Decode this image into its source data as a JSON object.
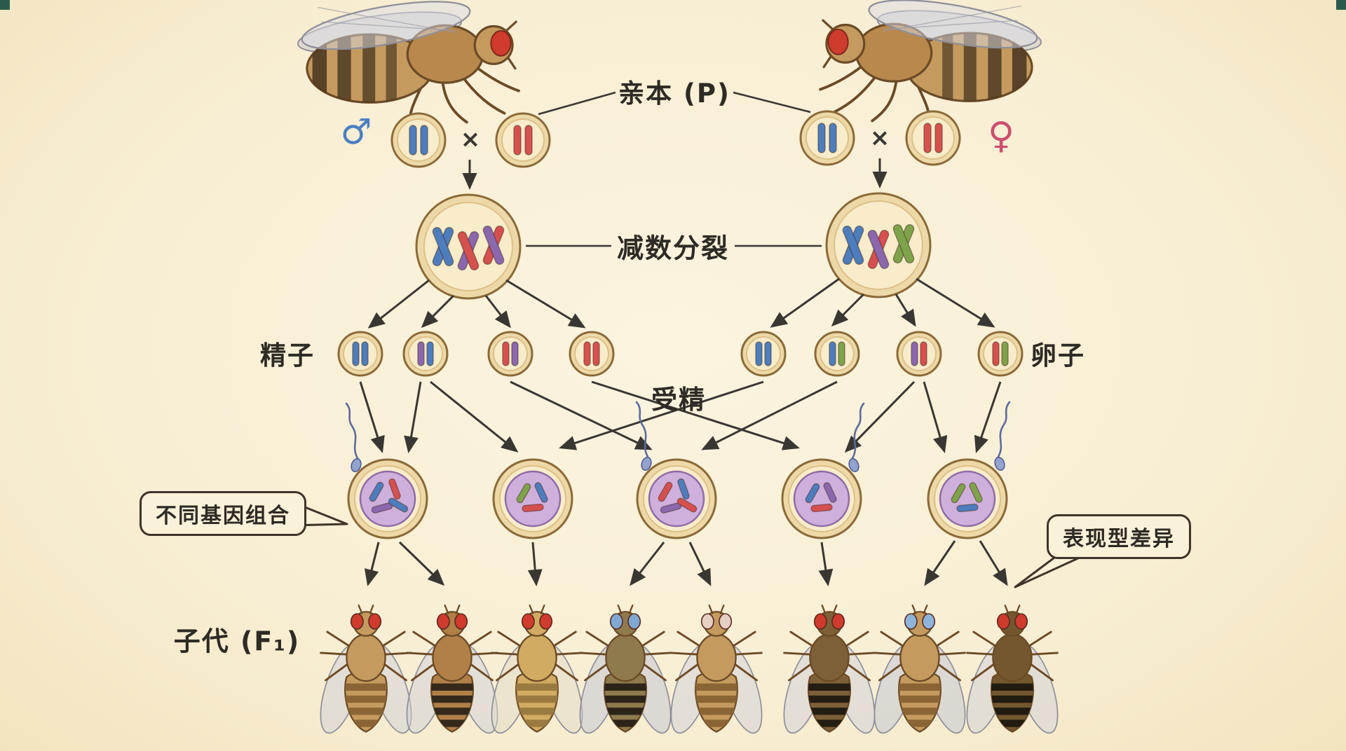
{
  "page": {
    "background": "#f8eed5",
    "corner_mark_color": "#2a5a4c"
  },
  "palette": {
    "chromosome_blue": "#4d7dbd",
    "chromosome_red": "#d65050",
    "chromosome_green": "#7fa34a",
    "chromosome_purple": "#8b67ae",
    "cell_fill": "#f8ecca",
    "cell_ring": "#8a6a38",
    "zygote_fill": "#cfafdc",
    "arrow": "#3a3632",
    "text": "#2e2a24",
    "male_symbol_color": "#4a7fc1",
    "female_symbol_color": "#cc4f6e"
  },
  "parents": {
    "label": "亲本 (P)",
    "cross": "×",
    "male": {
      "symbol": "♂",
      "cell_colors": [
        "#4d7dbd",
        "#d65050"
      ]
    },
    "female": {
      "symbol": "♀",
      "cell_colors": [
        "#4d7dbd",
        "#d65050"
      ]
    }
  },
  "meiosis": {
    "label": "减数分裂",
    "left_cell": [
      [
        "#4d7dbd",
        "#4d7dbd"
      ],
      [
        "#8b67ae",
        "#d65050"
      ],
      [
        "#d65050",
        "#8b67ae"
      ]
    ],
    "right_cell": [
      [
        "#4d7dbd",
        "#4d7dbd"
      ],
      [
        "#d65050",
        "#8b67ae"
      ],
      [
        "#7fa34a",
        "#7fa34a"
      ]
    ]
  },
  "gametes": {
    "sperm_label": "精子",
    "egg_label": "卵子",
    "sperm": [
      [
        "#4d7dbd",
        "#4d7dbd"
      ],
      [
        "#8b67ae",
        "#4d7dbd"
      ],
      [
        "#d65050",
        "#8b67ae"
      ],
      [
        "#d65050",
        "#d65050"
      ]
    ],
    "eggs": [
      [
        "#4d7dbd",
        "#4d7dbd"
      ],
      [
        "#4d7dbd",
        "#7fa34a"
      ],
      [
        "#8b67ae",
        "#d65050"
      ],
      [
        "#d65050",
        "#7fa34a"
      ]
    ]
  },
  "fertilization": {
    "label": "受精"
  },
  "callouts": {
    "left": "不同基因组合",
    "right": "表现型差异"
  },
  "zygotes": [
    {
      "chromosomes": [
        "#4d7dbd",
        "#d65050",
        "#8b67ae",
        "#4d7dbd"
      ]
    },
    {
      "chromosomes": [
        "#7fa34a",
        "#4d7dbd",
        "#d65050"
      ]
    },
    {
      "chromosomes": [
        "#d65050",
        "#4d7dbd",
        "#8b67ae",
        "#d65050"
      ]
    },
    {
      "chromosomes": [
        "#4d7dbd",
        "#8b67ae",
        "#d65050"
      ]
    },
    {
      "chromosomes": [
        "#7fa34a",
        "#7fa34a",
        "#4d7dbd"
      ]
    }
  ],
  "offspring": {
    "label": "子代 (F₁)",
    "flies": [
      {
        "eye": "#cf3b2c",
        "body": "#c49a5f",
        "stripe": "#8a6434",
        "wing": "rgba(208,208,218,0.5)"
      },
      {
        "eye": "#cf3b2c",
        "body": "#b08048",
        "stripe": "#34291b",
        "wing": "rgba(208,208,218,0.5)"
      },
      {
        "eye": "#cf3b2c",
        "body": "#d2ab62",
        "stripe": "#9a7a40",
        "wing": "rgba(224,218,198,0.5)"
      },
      {
        "eye": "#7fa8d2",
        "body": "#8f7a4e",
        "stripe": "#2c2418",
        "wing": "rgba(196,199,212,0.55)"
      },
      {
        "eye": "#e6cfc4",
        "body": "#c49a5f",
        "stripe": "#8a6434",
        "wing": "rgba(208,208,218,0.5)"
      },
      {
        "eye": "#cf3b2c",
        "body": "#7e6038",
        "stripe": "#241d12",
        "wing": "rgba(208,208,218,0.5)"
      },
      {
        "eye": "#8fb4da",
        "body": "#c49a5f",
        "stripe": "#8a6434",
        "wing": "rgba(196,199,212,0.55)"
      },
      {
        "eye": "#cf3b2c",
        "body": "#74572f",
        "stripe": "#221b10",
        "wing": "rgba(208,208,218,0.5)"
      }
    ]
  }
}
